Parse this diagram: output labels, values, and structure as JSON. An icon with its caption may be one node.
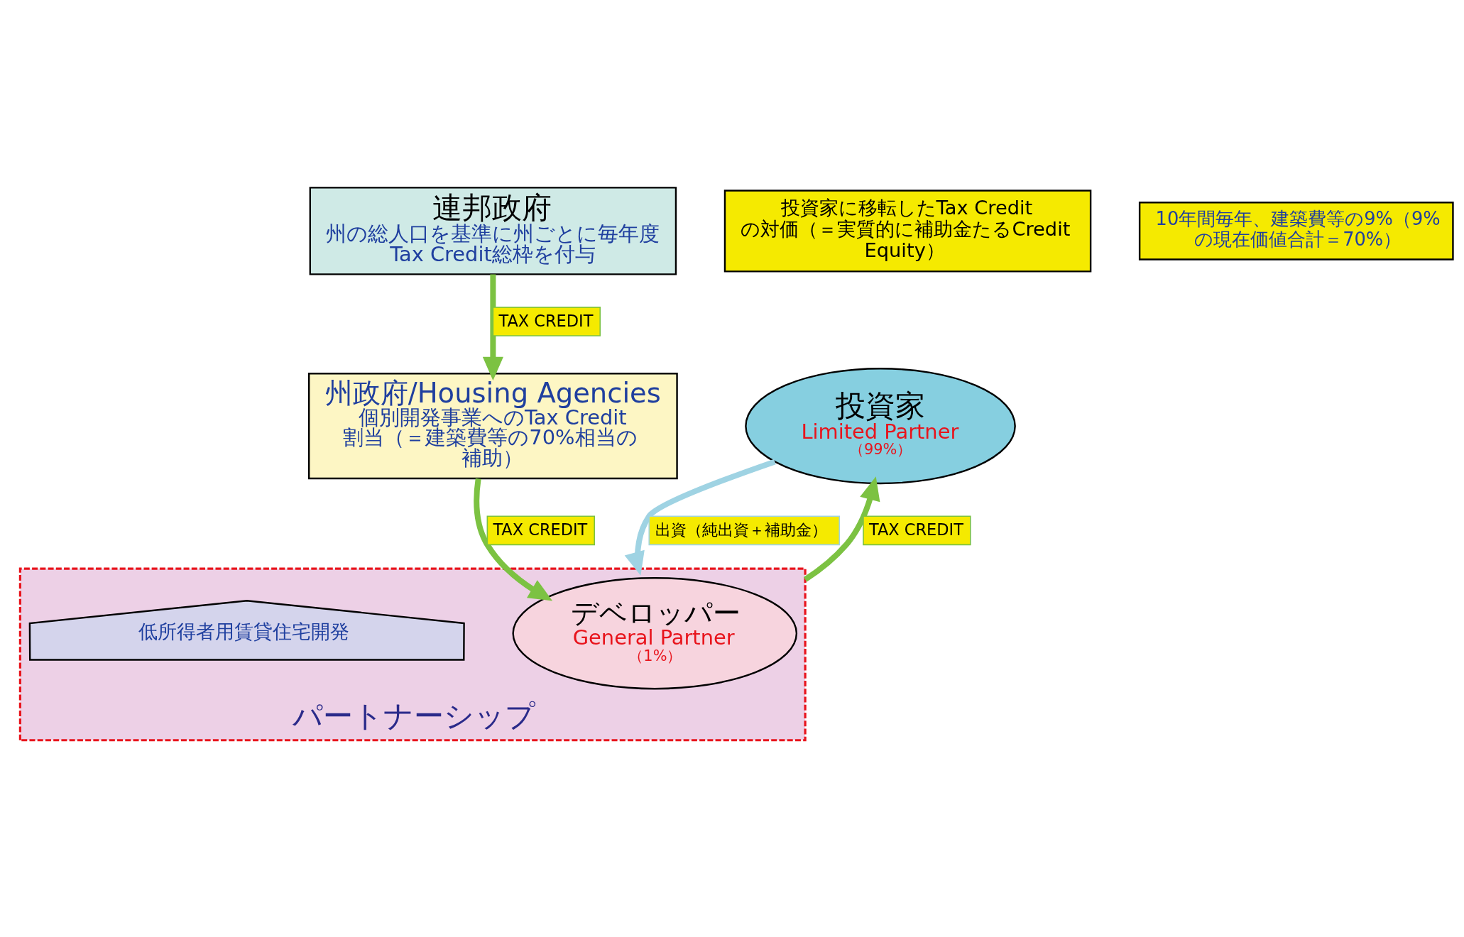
{
  "diagram": {
    "nodes": [
      {
        "text": [
          "連邦政府",
          "州の総人口を基準に州ごとに毎年度Tax Credit総枠を付与"
        ]
      },
      {
        "text": [
          "州政府/Housing Agencies",
          "個別開発事業へのTax Credit 割当（＝建築費等の70%相当の補助）"
        ]
      },
      {
        "text": [
          "投資家",
          "Limited Partner",
          "（99%）"
        ]
      },
      {
        "text": [
          "投資家に移転したTax Creditの対価（＝実質的に補助金たるCredit Equity）"
        ]
      },
      {
        "text": [
          "パートナーシップ"
        ]
      },
      {
        "text": [
          "デベロッパー",
          "General Partner",
          "（1%）"
        ],
        "in": 4
      },
      {
        "text": [
          "低所得者用賃貸住宅開発"
        ],
        "in": 4
      },
      {
        "text": [
          "10年間毎年、建築費等の9%（9%の現在価値合計＝70%）"
        ]
      }
    ],
    "edges": [
      {
        "from": 0,
        "to": 1,
        "arrow": "to",
        "label": "TAX CREDIT"
      },
      {
        "from": 1,
        "to": 5,
        "arrow": "to",
        "label": "TAX CREDIT"
      },
      {
        "from": 2,
        "to": 4,
        "arrow": "to",
        "label": "出資（純出資＋補助金）",
        "color": "#9fd3e3"
      },
      {
        "from": 4,
        "to": 2,
        "arrow": "to",
        "label": "TAX CREDIT"
      }
    ]
  }
}
